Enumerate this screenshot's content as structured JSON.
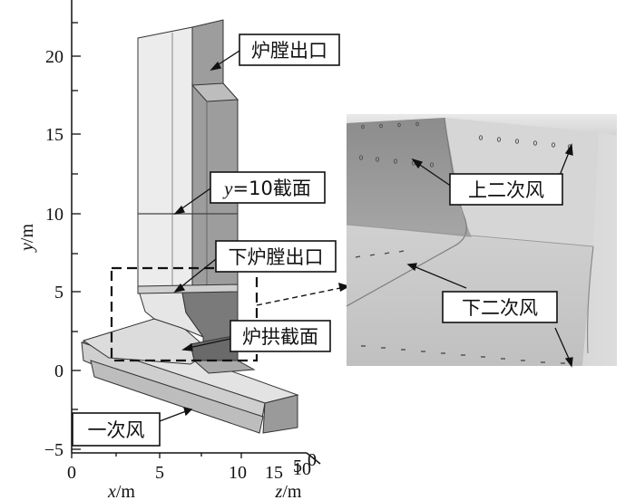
{
  "axes": {
    "y_label": {
      "var": "y",
      "unit": "/m"
    },
    "x_label": {
      "var": "x",
      "unit": "/m"
    },
    "z_label": {
      "var": "z",
      "unit": "/m"
    },
    "y_ticks": [
      "20",
      "15",
      "10",
      "5",
      "0",
      "−5"
    ],
    "x_ticks": [
      "0",
      "5",
      "10"
    ],
    "z_ticks": [
      "15",
      "10",
      "5",
      "0"
    ]
  },
  "labels": {
    "furnace_outlet": "炉膛出口",
    "section_y10_var": "y",
    "section_y10_rest": "=10截面",
    "lower_furnace_outlet": "下炉膛出口",
    "arch_section": "炉拱截面",
    "primary_air": "一次风",
    "upper_secondary_air": "上二次风",
    "lower_secondary_air": "下二次风"
  }
}
